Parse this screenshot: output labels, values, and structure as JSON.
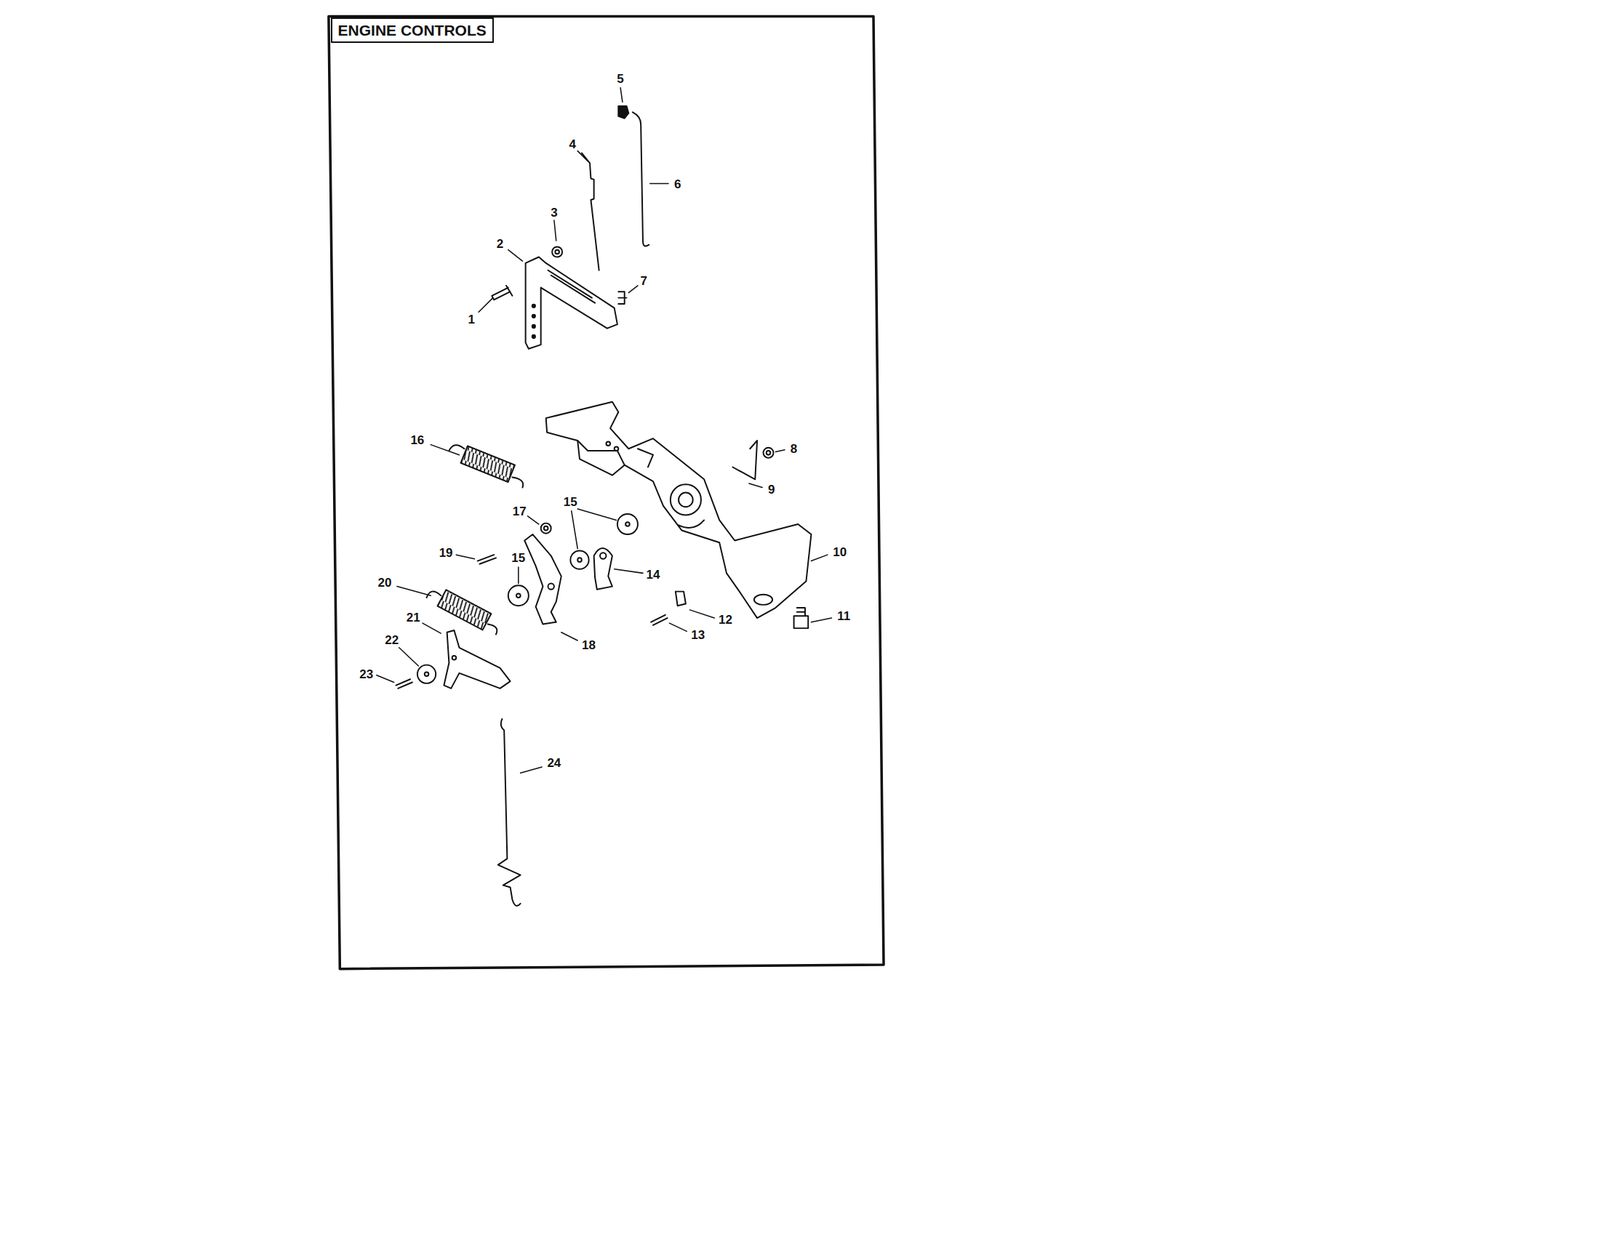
{
  "diagram": {
    "title": "ENGINE CONTROLS",
    "labels": [
      "5",
      "4",
      "6",
      "3",
      "2",
      "7",
      "1",
      "16",
      "8",
      "9",
      "17",
      "15",
      "19",
      "15",
      "14",
      "10",
      "20",
      "12",
      "11",
      "21",
      "13",
      "18",
      "22",
      "23",
      "24"
    ]
  }
}
